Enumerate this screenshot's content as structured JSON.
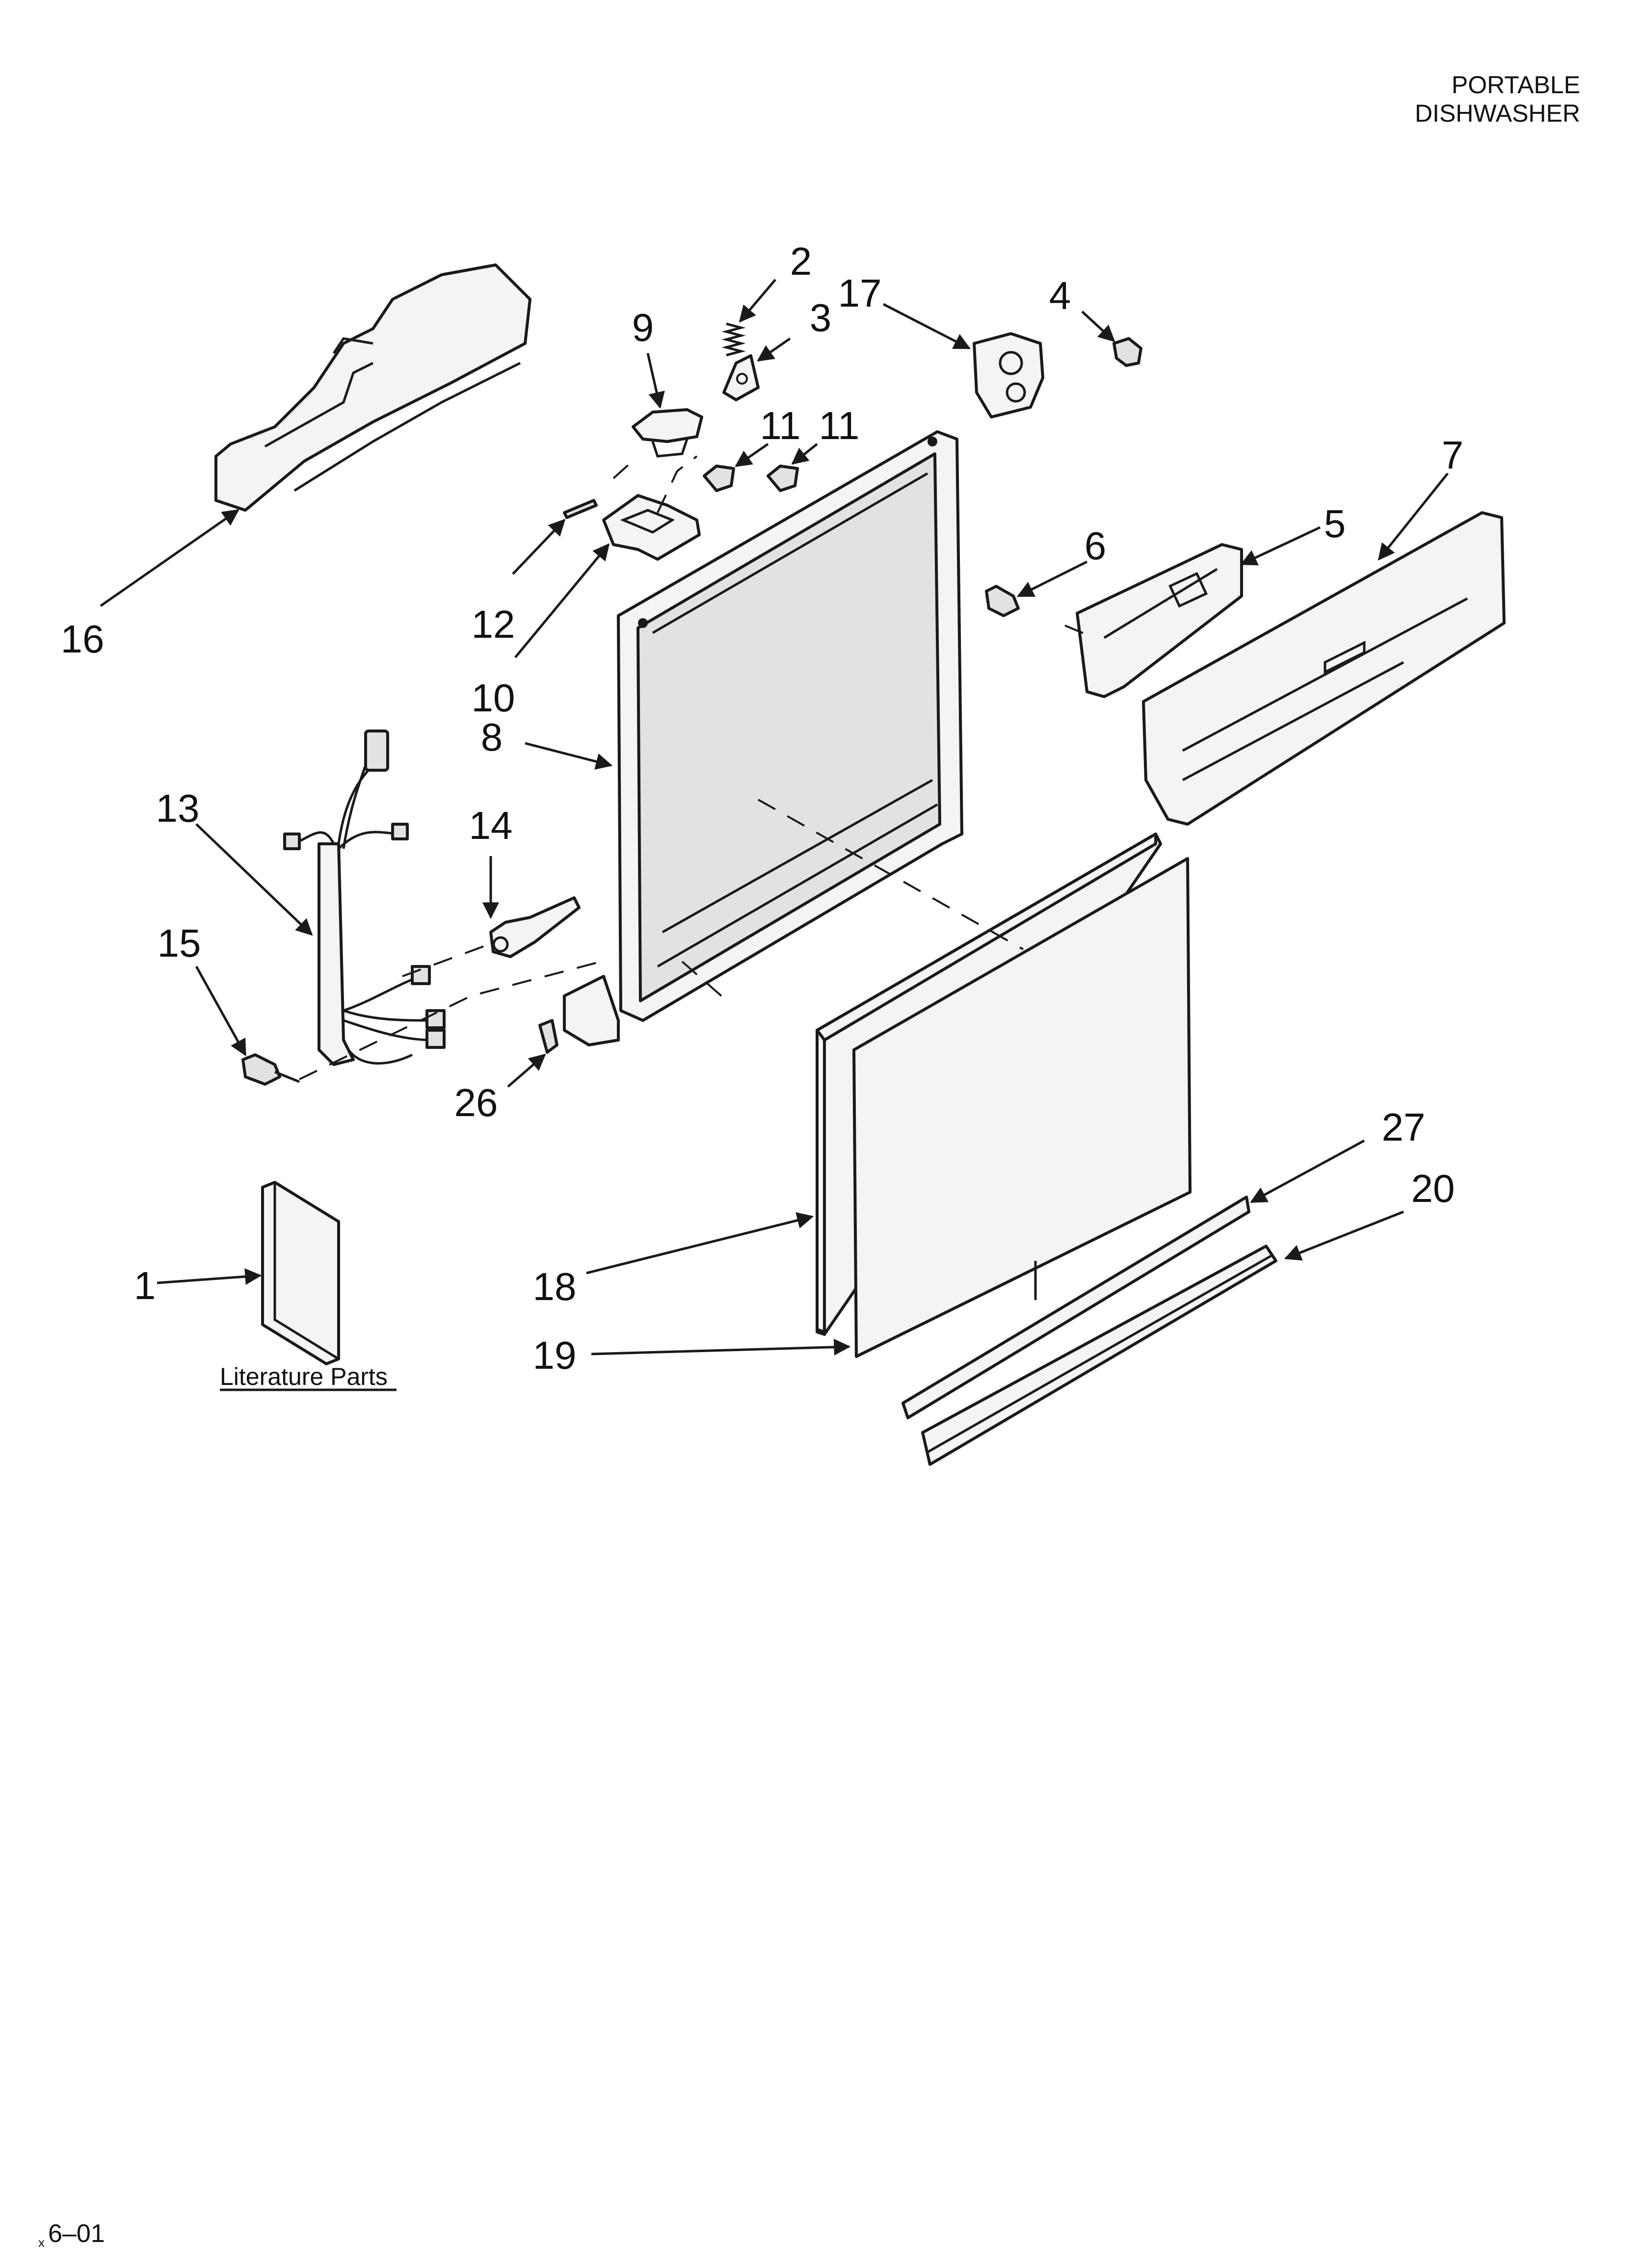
{
  "header": {
    "line1": "PORTABLE",
    "line2": "DISHWASHER"
  },
  "footer": {
    "code": "6–01",
    "mark": "x"
  },
  "literature_caption": "Literature Parts",
  "callouts": [
    {
      "id": "c1",
      "label": "1"
    },
    {
      "id": "c2",
      "label": "2"
    },
    {
      "id": "c3",
      "label": "3"
    },
    {
      "id": "c4",
      "label": "4"
    },
    {
      "id": "c5",
      "label": "5"
    },
    {
      "id": "c6",
      "label": "6"
    },
    {
      "id": "c7",
      "label": "7"
    },
    {
      "id": "c8",
      "label": "8"
    },
    {
      "id": "c9",
      "label": "9"
    },
    {
      "id": "c10",
      "label": "10"
    },
    {
      "id": "c11a",
      "label": "11"
    },
    {
      "id": "c11b",
      "label": "11"
    },
    {
      "id": "c12",
      "label": "12"
    },
    {
      "id": "c13",
      "label": "13"
    },
    {
      "id": "c14",
      "label": "14"
    },
    {
      "id": "c15",
      "label": "15"
    },
    {
      "id": "c16",
      "label": "16"
    },
    {
      "id": "c17",
      "label": "17"
    },
    {
      "id": "c18",
      "label": "18"
    },
    {
      "id": "c19",
      "label": "19"
    },
    {
      "id": "c20",
      "label": "20"
    },
    {
      "id": "c26",
      "label": "26"
    },
    {
      "id": "c27",
      "label": "27"
    }
  ]
}
